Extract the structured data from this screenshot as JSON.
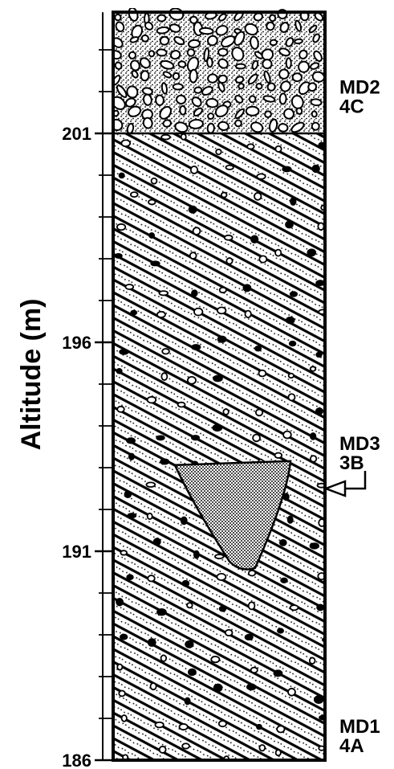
{
  "axis": {
    "label": "Altitude (m)",
    "ticks": [
      "201",
      "196",
      "191",
      "186"
    ],
    "range": [
      186,
      203.9
    ]
  },
  "units": [
    {
      "name": "gravel",
      "top": 203.9,
      "bottom": 201.0,
      "pattern": "gravel"
    },
    {
      "name": "diamicton",
      "top": 201.0,
      "bottom": 186.0,
      "pattern": "hatched-with-clasts"
    }
  ],
  "lens": {
    "pattern": "stippled",
    "top": 193.1,
    "bottom": 190.6
  },
  "samples": [
    {
      "code": "MD2",
      "sub": "4C",
      "altitude": 201.8
    },
    {
      "code": "MD3",
      "sub": "3B",
      "altitude": 192.5,
      "arrow": true
    },
    {
      "code": "MD1",
      "sub": "4A",
      "altitude": 186.5
    }
  ]
}
